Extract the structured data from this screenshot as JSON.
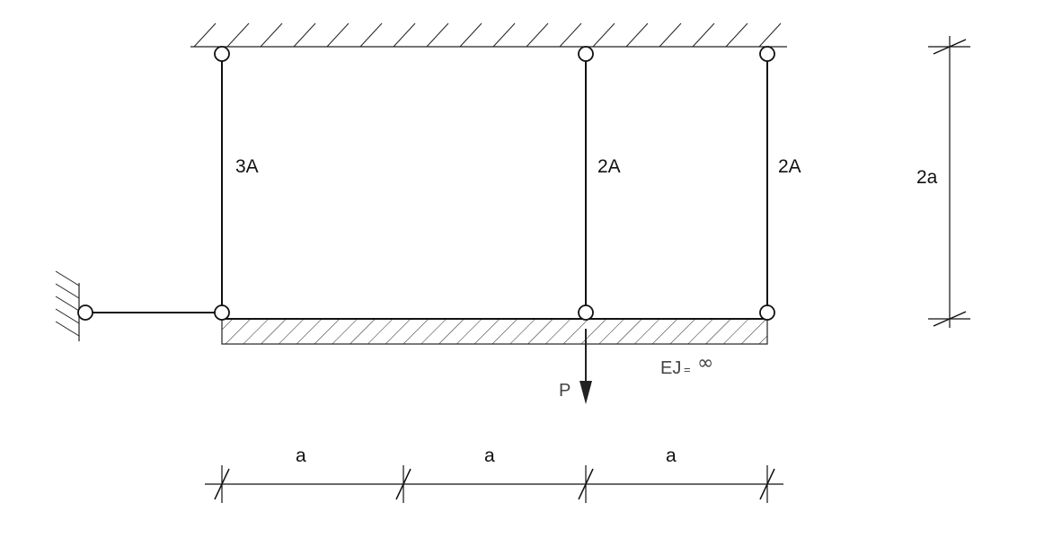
{
  "members": {
    "bar_left_label": "3A",
    "bar_middle_label": "2A",
    "bar_right_label": "2A"
  },
  "dimensions": {
    "height_label": "2a",
    "span_1_label": "a",
    "span_2_label": "a",
    "span_3_label": "a"
  },
  "load": {
    "force_label": "P"
  },
  "beam": {
    "stiffness_prefix": "EJ",
    "stiffness_equals": "=",
    "stiffness_value": "∞"
  }
}
